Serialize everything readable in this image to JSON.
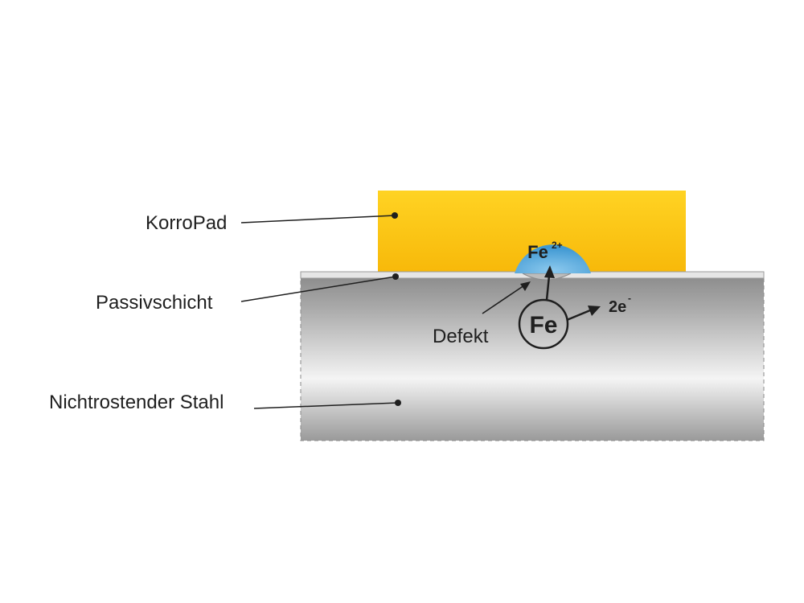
{
  "labels": {
    "korropad": "KorroPad",
    "passive_layer": "Passivschicht",
    "steel": "Nichtrostender Stahl",
    "defect": "Defekt"
  },
  "chemistry": {
    "fe_ion_base": "Fe",
    "fe_ion_charge": "2+",
    "fe_atom": "Fe",
    "electrons_base": "2e",
    "electrons_charge": "-"
  },
  "colors": {
    "korropad_top": "#ffd323",
    "korropad_bottom": "#f7b809",
    "steel_dark": "#8e8e8e",
    "steel_light": "#f4f4f4",
    "passive_layer": "#bdbdbd",
    "ion_drop": "#4aa3d8",
    "ink": "#1f1f1f"
  }
}
